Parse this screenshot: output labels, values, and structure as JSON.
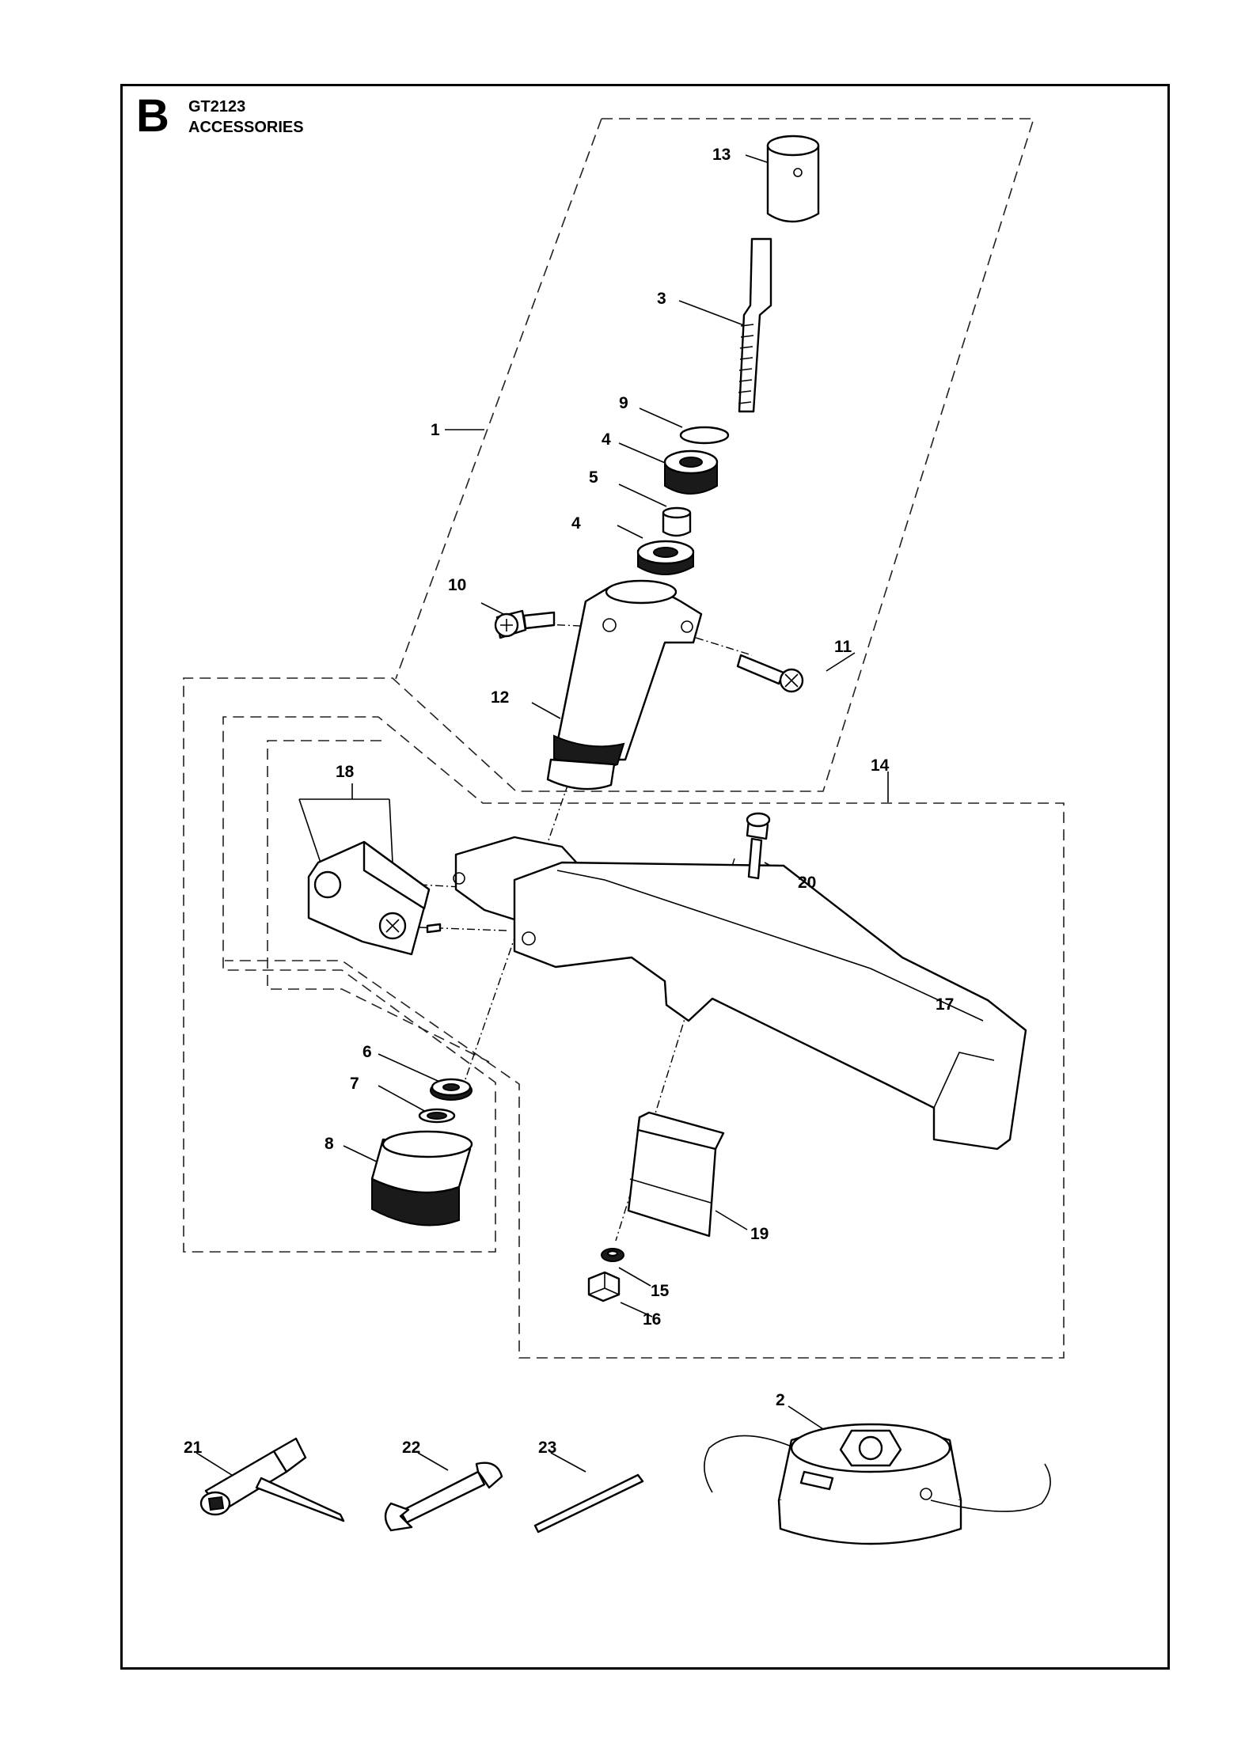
{
  "header": {
    "section_letter": "B",
    "model": "GT2123",
    "category": "ACCESSORIES"
  },
  "callouts": [
    "13",
    "3",
    "9",
    "4",
    "5",
    "4",
    "1",
    "10",
    "11",
    "12",
    "14",
    "18",
    "20",
    "17",
    "6",
    "7",
    "8",
    "19",
    "15",
    "16",
    "2",
    "21",
    "22",
    "23"
  ]
}
